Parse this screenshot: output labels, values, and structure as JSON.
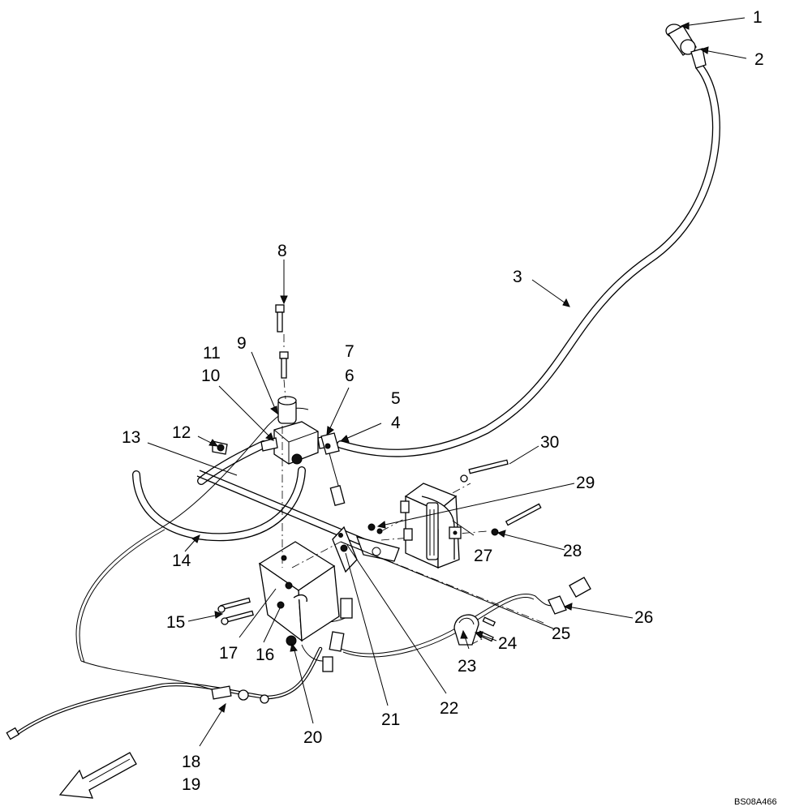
{
  "diagram": {
    "drawing_code": "BS08A466",
    "callouts": [
      "1",
      "2",
      "3",
      "4",
      "5",
      "6",
      "7",
      "8",
      "9",
      "10",
      "11",
      "12",
      "13",
      "14",
      "15",
      "16",
      "17",
      "18",
      "19",
      "20",
      "21",
      "22",
      "23",
      "24",
      "25",
      "26",
      "27",
      "28",
      "29",
      "30"
    ]
  }
}
